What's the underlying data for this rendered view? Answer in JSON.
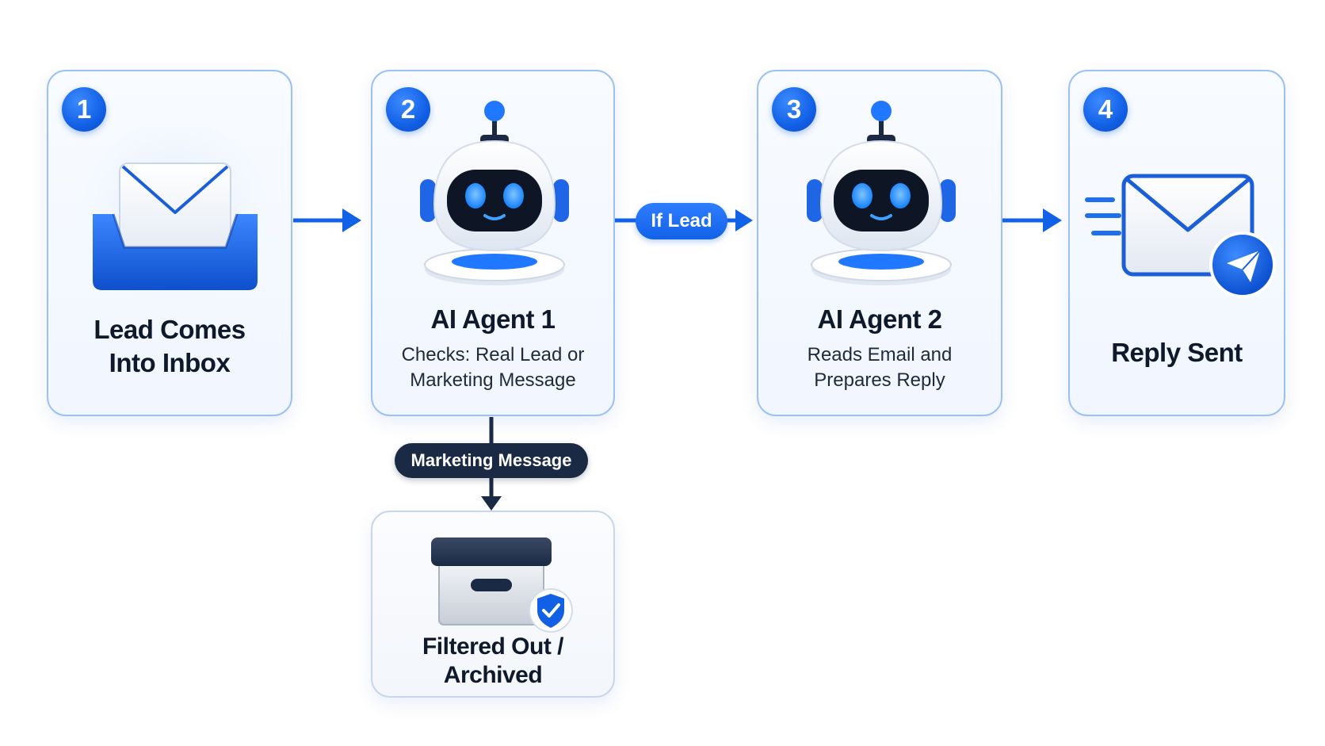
{
  "steps": [
    {
      "number": "1",
      "title_line1": "Lead Comes",
      "title_line2": "Into Inbox"
    },
    {
      "number": "2",
      "title": "AI Agent 1",
      "subtitle_line1": "Checks: Real Lead or",
      "subtitle_line2": "Marketing Message"
    },
    {
      "number": "3",
      "title": "AI Agent 2",
      "subtitle_line1": "Reads Email and",
      "subtitle_line2": "Prepares Reply"
    },
    {
      "number": "4",
      "title": "Reply Sent"
    }
  ],
  "branch": {
    "label": "Marketing Message",
    "title_line1": "Filtered Out /",
    "title_line2": "Archived"
  },
  "connectors": {
    "if_lead_label": "If Lead"
  },
  "colors": {
    "accent": "#1262e8",
    "dark": "#1b2a44",
    "card_border": "#9cc0f3"
  },
  "icons": [
    "inbox-envelope-icon",
    "robot-icon",
    "robot-icon",
    "send-envelope-icon",
    "archive-box-icon",
    "shield-check-icon"
  ]
}
